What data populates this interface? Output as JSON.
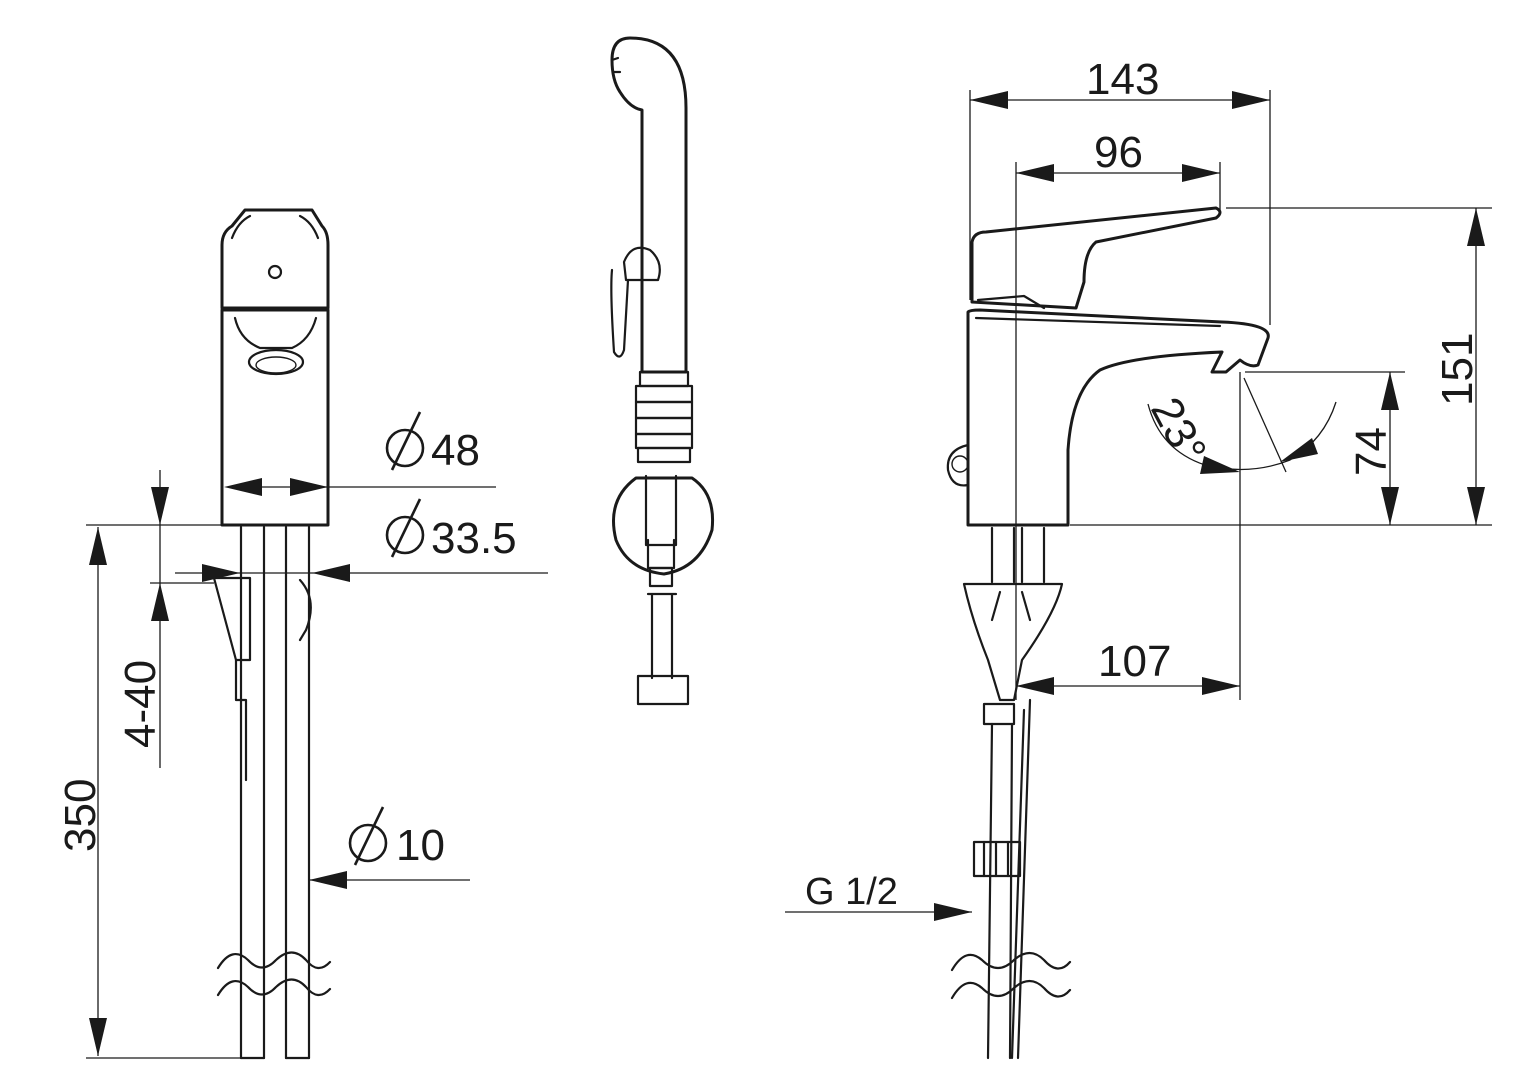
{
  "dimensions": {
    "d48": "48",
    "d33_5": "33.5",
    "d10": "10",
    "thk": "4-40",
    "h350": "350",
    "w143": "143",
    "w96": "96",
    "h151": "151",
    "h74": "74",
    "w107": "107",
    "angle": "23°",
    "thread": "G 1/2"
  },
  "colors": {
    "line": "#1a1a1a",
    "background": "#ffffff"
  }
}
